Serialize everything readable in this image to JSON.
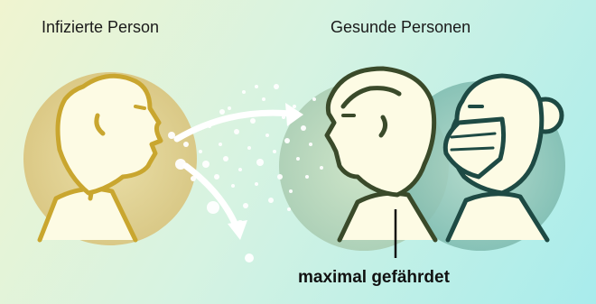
{
  "labels": {
    "infected": "Infizierte Person",
    "healthy": "Gesunde Personen",
    "risk": "maximal gefährdet"
  },
  "colors": {
    "infected_line": "#c9a62f",
    "infected_circle": "#dfc77e",
    "healthy_line": "#3a4a2a",
    "masked_line": "#1e4a44",
    "background_left": "#f0f4d0",
    "background_right": "#a8ecec"
  },
  "icons": [
    "infected-person-icon",
    "healthy-person-icon",
    "masked-person-icon",
    "droplet-icon",
    "arrow-icon"
  ]
}
